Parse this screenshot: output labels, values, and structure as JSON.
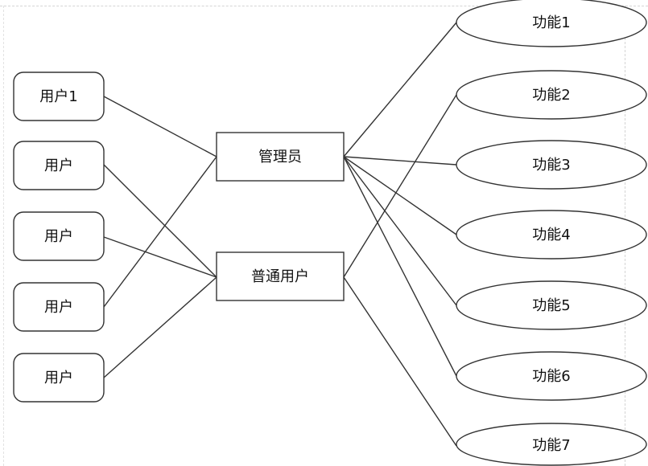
{
  "users": [
    {
      "label": "用户1"
    },
    {
      "label": "用户"
    },
    {
      "label": "用户"
    },
    {
      "label": "用户"
    },
    {
      "label": "用户"
    }
  ],
  "roles": {
    "admin": {
      "label": "管理员"
    },
    "normal": {
      "label": "普通用户"
    }
  },
  "functions": [
    {
      "label": "功能1"
    },
    {
      "label": "功能2"
    },
    {
      "label": "功能3"
    },
    {
      "label": "功能4"
    },
    {
      "label": "功能5"
    },
    {
      "label": "功能6"
    },
    {
      "label": "功能7"
    }
  ]
}
